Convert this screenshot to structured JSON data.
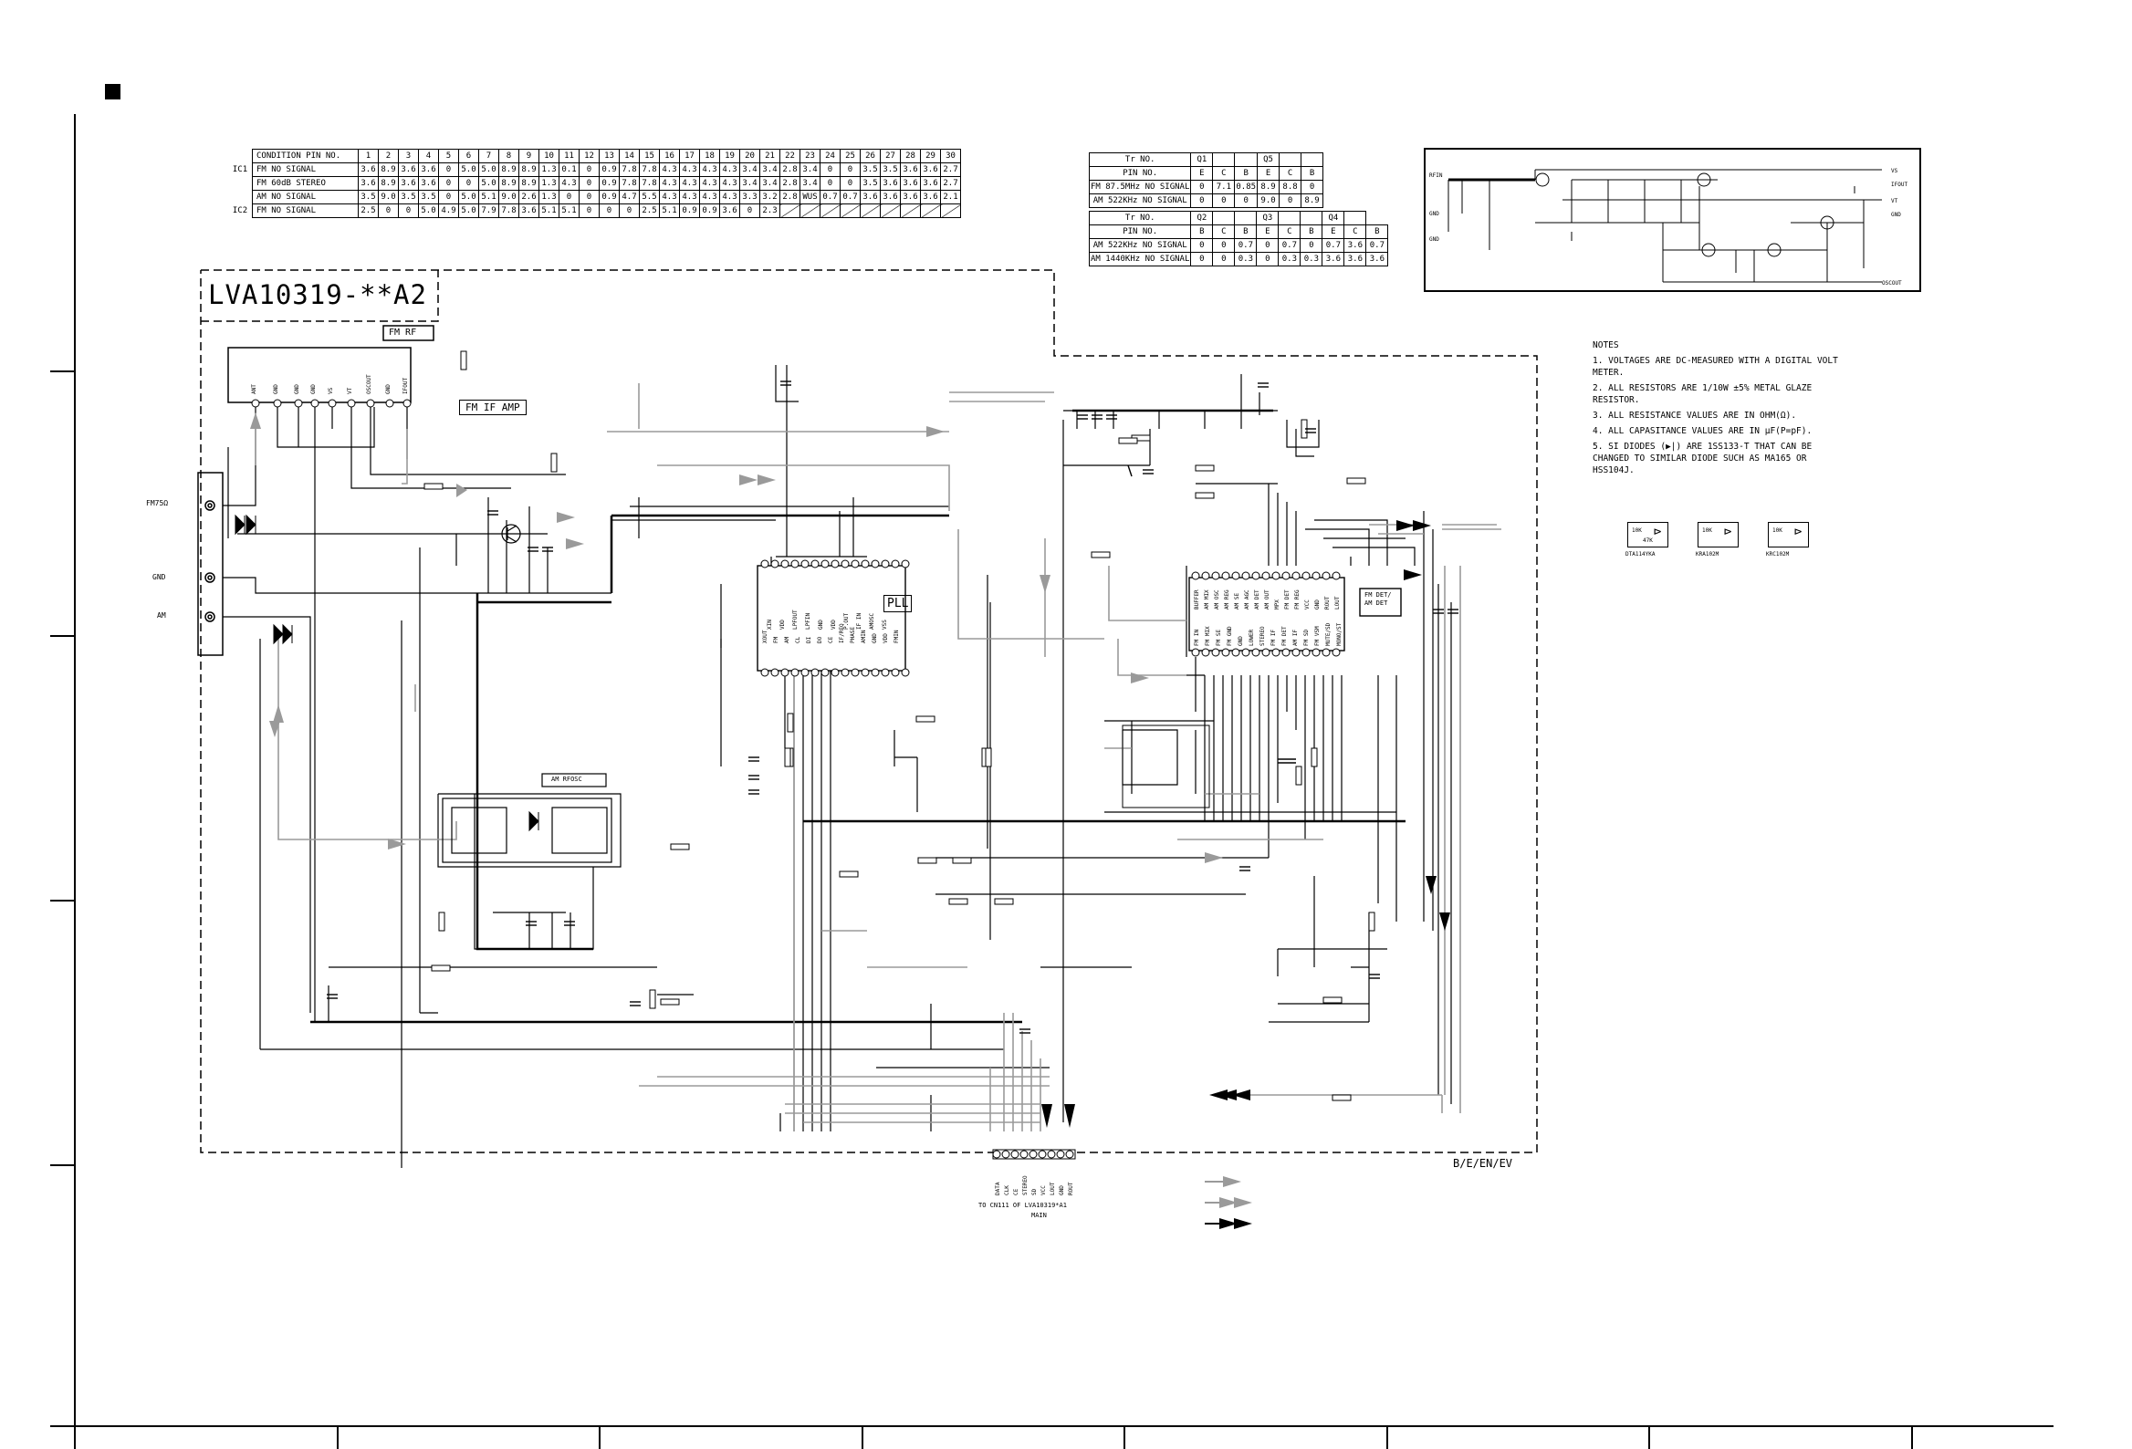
{
  "ic_table": {
    "header": [
      "CONDITION PIN NO.",
      "1",
      "2",
      "3",
      "4",
      "5",
      "6",
      "7",
      "8",
      "9",
      "10",
      "11",
      "12",
      "13",
      "14",
      "15",
      "16",
      "17",
      "18",
      "19",
      "20",
      "21",
      "22",
      "23",
      "24",
      "25",
      "26",
      "27",
      "28",
      "29",
      "30"
    ],
    "rows": [
      {
        "ic": "IC1",
        "cond": "FM NO SIGNAL",
        "vals": [
          "3.6",
          "8.9",
          "3.6",
          "3.6",
          "0",
          "5.0",
          "5.0",
          "8.9",
          "8.9",
          "1.3",
          "0.1",
          "0",
          "0.9",
          "7.8",
          "7.8",
          "4.3",
          "4.3",
          "4.3",
          "4.3",
          "3.4",
          "3.4",
          "2.8",
          "3.4",
          "0",
          "0",
          "3.5",
          "3.5",
          "3.6",
          "3.6",
          "2.7"
        ]
      },
      {
        "ic": "",
        "cond": "FM 60dB STEREO",
        "vals": [
          "3.6",
          "8.9",
          "3.6",
          "3.6",
          "0",
          "0",
          "5.0",
          "8.9",
          "8.9",
          "1.3",
          "4.3",
          "0",
          "0.9",
          "7.8",
          "7.8",
          "4.3",
          "4.3",
          "4.3",
          "4.3",
          "3.4",
          "3.4",
          "2.8",
          "3.4",
          "0",
          "0",
          "3.5",
          "3.6",
          "3.6",
          "3.6",
          "2.7"
        ]
      },
      {
        "ic": "",
        "cond": "AM NO SIGNAL",
        "vals": [
          "3.5",
          "9.0",
          "3.5",
          "3.5",
          "0",
          "5.0",
          "5.1",
          "9.0",
          "2.6",
          "1.3",
          "0",
          "0",
          "0.9",
          "4.7",
          "5.5",
          "4.3",
          "4.3",
          "4.3",
          "4.3",
          "3.3",
          "3.2",
          "2.8",
          "WUS",
          "0.7",
          "0.7",
          "3.6",
          "3.6",
          "3.6",
          "3.6",
          "2.1"
        ]
      },
      {
        "ic": "IC2",
        "cond": "FM NO SIGNAL",
        "vals": [
          "2.5",
          "0",
          "0",
          "5.0",
          "4.9",
          "5.0",
          "7.9",
          "7.8",
          "3.6",
          "5.1",
          "5.1",
          "0",
          "0",
          "0",
          "2.5",
          "5.1",
          "0.9",
          "0.9",
          "3.6",
          "0",
          "2.3",
          "",
          "",
          "",
          "",
          "",
          "",
          "",
          "",
          ""
        ]
      }
    ]
  },
  "tr_table": {
    "rows1": [
      [
        "Tr NO.",
        "Q1",
        "",
        "",
        "Q5",
        "",
        ""
      ],
      [
        "PIN NO.",
        "E",
        "C",
        "B",
        "E",
        "C",
        "B"
      ],
      [
        "FM 87.5MHz NO SIGNAL",
        "0",
        "7.1",
        "0.85",
        "8.9",
        "8.8",
        "0"
      ],
      [
        "AM 522KHz NO SIGNAL",
        "0",
        "0",
        "0",
        "9.0",
        "0",
        "8.9"
      ]
    ],
    "rows2": [
      [
        "Tr NO.",
        "Q2",
        "",
        "",
        "Q3",
        "",
        "",
        "Q4",
        ""
      ],
      [
        "PIN NO.",
        "B",
        "C",
        "B",
        "E",
        "C",
        "B",
        "E",
        "C",
        "B"
      ],
      [
        "AM 522KHz NO SIGNAL",
        "0",
        "0",
        "0.7",
        "0",
        "0.7",
        "0",
        "0.7",
        "3.6",
        "0.7"
      ],
      [
        "AM 1440KHz NO SIGNAL",
        "0",
        "0",
        "0.3",
        "0",
        "0.3",
        "0.3",
        "3.6",
        "3.6",
        "3.6"
      ]
    ]
  },
  "board": {
    "title": "LVA10319-**A2",
    "region": "B/E/EN/EV"
  },
  "blocks": {
    "fm_rf": "FM RF",
    "fm_if_amp": "FM IF AMP",
    "pll": "PLL",
    "am_rf_osc": "AM RFOSC",
    "fm_det": "FM DET/ AM DET"
  },
  "fm_rf_pins": [
    "ANT",
    "GND",
    "GND",
    "GND",
    "VS",
    "VT",
    "OSCOUT",
    "GND",
    "IFOUT"
  ],
  "pll_pins_top": [
    "XIN",
    "VDD",
    "LPFOUT",
    "LPFIN",
    "GND",
    "VDD",
    "P.OUT",
    "IF IN",
    "AMOSC",
    "VSS"
  ],
  "pll_pins_bottom": [
    "XOUT",
    "FM",
    "AM",
    "CL",
    "DI",
    "DO",
    "CE",
    "IF/REQ",
    "PHASE",
    "AMIN",
    "GND",
    "VDD",
    "FMIN"
  ],
  "ic1_pins_top": [
    "BUFFER",
    "AM MIX",
    "AM OSC",
    "AM REG",
    "AM SE",
    "AM AGC",
    "AM DET",
    "AM OUT",
    "MPX",
    "FM DET",
    "FM REG",
    "VCC",
    "GND",
    "ROUT",
    "LOUT"
  ],
  "ic1_pins_bottom": [
    "FM IN",
    "FM MIX",
    "FM SE",
    "FM GND",
    "GND",
    "LOWER",
    "STEREO",
    "FM IF",
    "FM DET",
    "AM IF",
    "FM SD",
    "FM VSM",
    "MUTE/SD",
    "MONO/ST"
  ],
  "connectors": {
    "left": [
      "FM75Ω",
      "GND",
      "AM"
    ]
  },
  "bottom_connector_pins": [
    "DATA",
    "CLK",
    "CE",
    "STEREO",
    "SD",
    "VCC",
    "LOUT",
    "GND",
    "ROUT"
  ],
  "bottom_connector_caption": "TO  CN111  OF  LVA10319*A1",
  "bottom_connector_caption2": "MAIN",
  "inset": {
    "labels": [
      "RFIN",
      "VS",
      "IFOUT",
      "GND",
      "VT",
      "GND",
      "GND",
      "OSCOUT"
    ]
  },
  "notes": {
    "title": "NOTES",
    "items": [
      "1.  VOLTAGES ARE DC-MEASURED WITH A DIGITAL VOLT METER.",
      "2.  ALL RESISTORS ARE 1/10W ±5% METAL GLAZE RESISTOR.",
      "3.  ALL RESISTANCE VALUES ARE IN OHM(Ω).",
      "4.  ALL CAPASITANCE VALUES ARE IN μF(P=pF).",
      "5.  SI DIODES (▶|) ARE 1SS133-T THAT CAN BE CHANGED TO SIMILAR DIODE SUCH AS MA165 OR HSS104J."
    ]
  },
  "transistor_types": [
    {
      "r1": "10K",
      "r2": "47K",
      "name": "DTA114YKA"
    },
    {
      "r1": "10K",
      "r2": "",
      "name": "KRA102M"
    },
    {
      "r1": "10K",
      "r2": "",
      "name": "KRC102M"
    }
  ],
  "colors": {
    "line": "#000000",
    "grey_signal": "#9a9a9a",
    "background": "#ffffff"
  }
}
